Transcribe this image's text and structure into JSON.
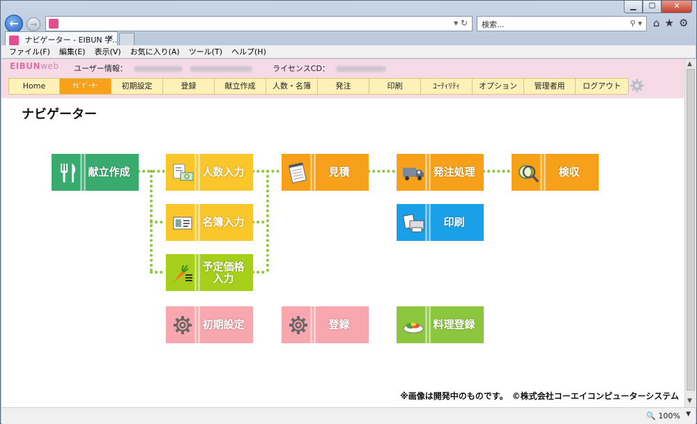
{
  "browser": {
    "tab_title": "ナビゲーター - EIBUN 学...",
    "search_placeholder": "検索...",
    "window_controls": {
      "minimize": "▁",
      "maximize": "☐",
      "close": "✕"
    },
    "menu": [
      "ファイル(F)",
      "編集(E)",
      "表示(V)",
      "お気に入り(A)",
      "ツール(T)",
      "ヘルプ(H)"
    ],
    "zoom": "100%"
  },
  "header": {
    "logo_main": "EIBUN",
    "logo_sub": "web",
    "user_info_label": "ユーザー情報：",
    "license_label": "ライセンスCD："
  },
  "nav": {
    "items": [
      {
        "label": "Home",
        "active": false
      },
      {
        "label": "ﾅﾋﾞｹﾞｰﾀｰ",
        "active": true
      },
      {
        "label": "初期設定",
        "active": false
      },
      {
        "label": "登録",
        "active": false
      },
      {
        "label": "献立作成",
        "active": false
      },
      {
        "label": "人数・名簿",
        "active": false
      },
      {
        "label": "発注",
        "active": false
      },
      {
        "label": "印刷",
        "active": false
      },
      {
        "label": "ﾕｰﾃｨﾘﾃｨ",
        "active": false
      },
      {
        "label": "オプション",
        "active": false
      },
      {
        "label": "管理者用",
        "active": false
      },
      {
        "label": "ログアウト",
        "active": false
      }
    ]
  },
  "page": {
    "title": "ナビゲーター",
    "footer_note": "※画像は開発中のものです。　©株式会社コーエイコンピューターシステム"
  },
  "tiles": {
    "kondate": "献立作成",
    "ninzu": "人数入力",
    "meibo": "名簿入力",
    "yotei": "予定価格\n入力",
    "mitsumori": "見積",
    "hacchu": "発注処理",
    "kenshu": "検収",
    "insatsu": "印刷",
    "shoki": "初期設定",
    "toroku": "登録",
    "ryori": "料理登録"
  },
  "colors": {
    "green": "#3aab6e",
    "yellow": "#f9c62c",
    "lime": "#a6cf1c",
    "orange": "#f7a11a",
    "blue": "#1aa0e6",
    "pink": "#f7a7ad",
    "leaf": "#8cc63f",
    "connector": "#8cc63f"
  }
}
